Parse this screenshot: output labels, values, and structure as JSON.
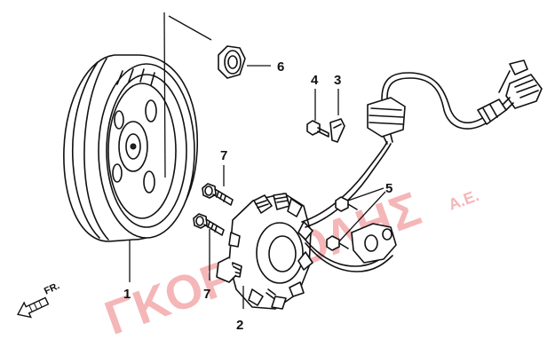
{
  "diagram": {
    "callouts": [
      {
        "id": "1",
        "label": "1"
      },
      {
        "id": "2",
        "label": "2"
      },
      {
        "id": "3",
        "label": "3"
      },
      {
        "id": "4",
        "label": "4"
      },
      {
        "id": "5",
        "label": "5"
      },
      {
        "id": "6",
        "label": "6"
      },
      {
        "id": "7a",
        "label": "7"
      },
      {
        "id": "7b",
        "label": "7"
      }
    ],
    "direction_marker": "FR.",
    "watermark": {
      "main": "ΓΚΟΡΓΚΟΛΗΣ",
      "suffix": "Α.Ε."
    },
    "colors": {
      "line": "#111111",
      "watermark": "#e65055",
      "background": "#ffffff"
    }
  }
}
